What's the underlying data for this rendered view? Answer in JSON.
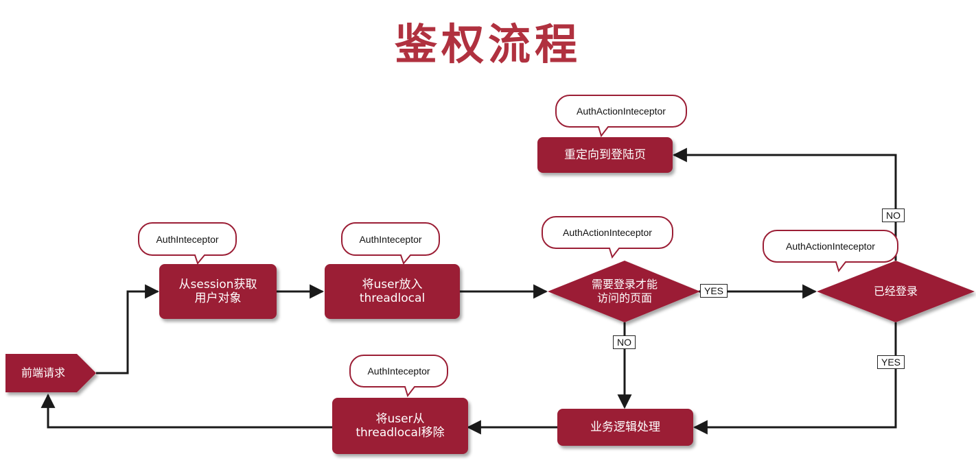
{
  "title": "鉴权流程",
  "nodes": {
    "frontend_request": "前端请求",
    "get_user_from_session": "从session获取\n用户对象",
    "put_user_threadlocal": "将user放入\nthreadlocal",
    "needs_login_page": "需要登录才能\n访问的页面",
    "already_logged_in": "已经登录",
    "redirect_login": "重定向到登陆页",
    "business_logic": "业务逻辑处理",
    "remove_user_threadlocal": "将user从\nthreadlocal移除"
  },
  "bubbles": {
    "get_user": "AuthInteceptor",
    "put_user": "AuthInteceptor",
    "needs_login": "AuthActionInteceptor",
    "logged_in": "AuthActionInteceptor",
    "redirect": "AuthActionInteceptor",
    "remove_user": "AuthInteceptor"
  },
  "edge_labels": {
    "needs_login_yes": "YES",
    "needs_login_no": "NO",
    "logged_in_yes": "YES",
    "logged_in_no": "NO"
  },
  "colors": {
    "node_fill": "#9b1e35",
    "title": "#b0313f",
    "edge": "#1a1a1a"
  }
}
